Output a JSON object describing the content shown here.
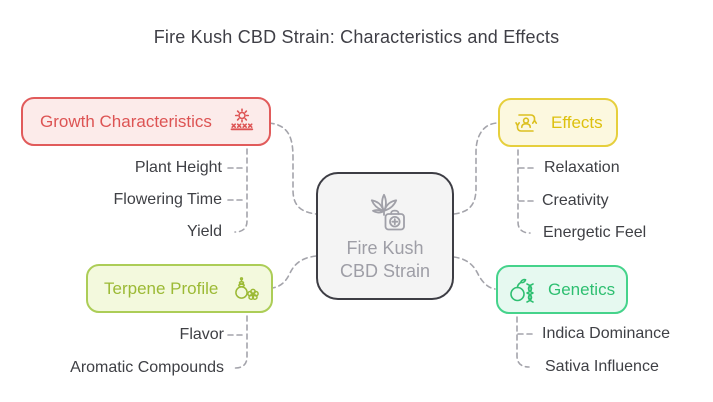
{
  "title": "Fire Kush CBD Strain: Characteristics and Effects",
  "center": {
    "line1": "Fire Kush",
    "line2": "CBD Strain",
    "icon": "cannabis-medkit-icon"
  },
  "branches": {
    "growth": {
      "label": "Growth Characteristics",
      "icon": "sun-seedlings-icon",
      "text_color": "#dd5454",
      "border_color": "#e15b5b",
      "bg_color": "#fcebea",
      "children": [
        "Plant Height",
        "Flowering Time",
        "Yield"
      ]
    },
    "effects": {
      "label": "Effects",
      "icon": "person-cycle-icon",
      "text_color": "#ddc00e",
      "border_color": "#e6cf3d",
      "bg_color": "#fcf8df",
      "children": [
        "Relaxation",
        "Creativity",
        "Energetic Feel"
      ]
    },
    "terpene": {
      "label": "Terpene Profile",
      "icon": "perfume-flower-icon",
      "text_color": "#9cba35",
      "border_color": "#accd57",
      "bg_color": "#f3f9dd",
      "children": [
        "Flavor",
        "Aromatic Compounds"
      ]
    },
    "genetics": {
      "label": "Genetics",
      "icon": "fruit-dna-icon",
      "text_color": "#2ebf71",
      "border_color": "#45d38b",
      "bg_color": "#e6f9f0",
      "children": [
        "Indica Dominance",
        "Sativa Influence"
      ]
    }
  },
  "central_colors": {
    "border": "#3d3d44",
    "background": "#f4f4f4",
    "text": "#9e9ea6"
  },
  "connector_color": "#a4a4ab"
}
